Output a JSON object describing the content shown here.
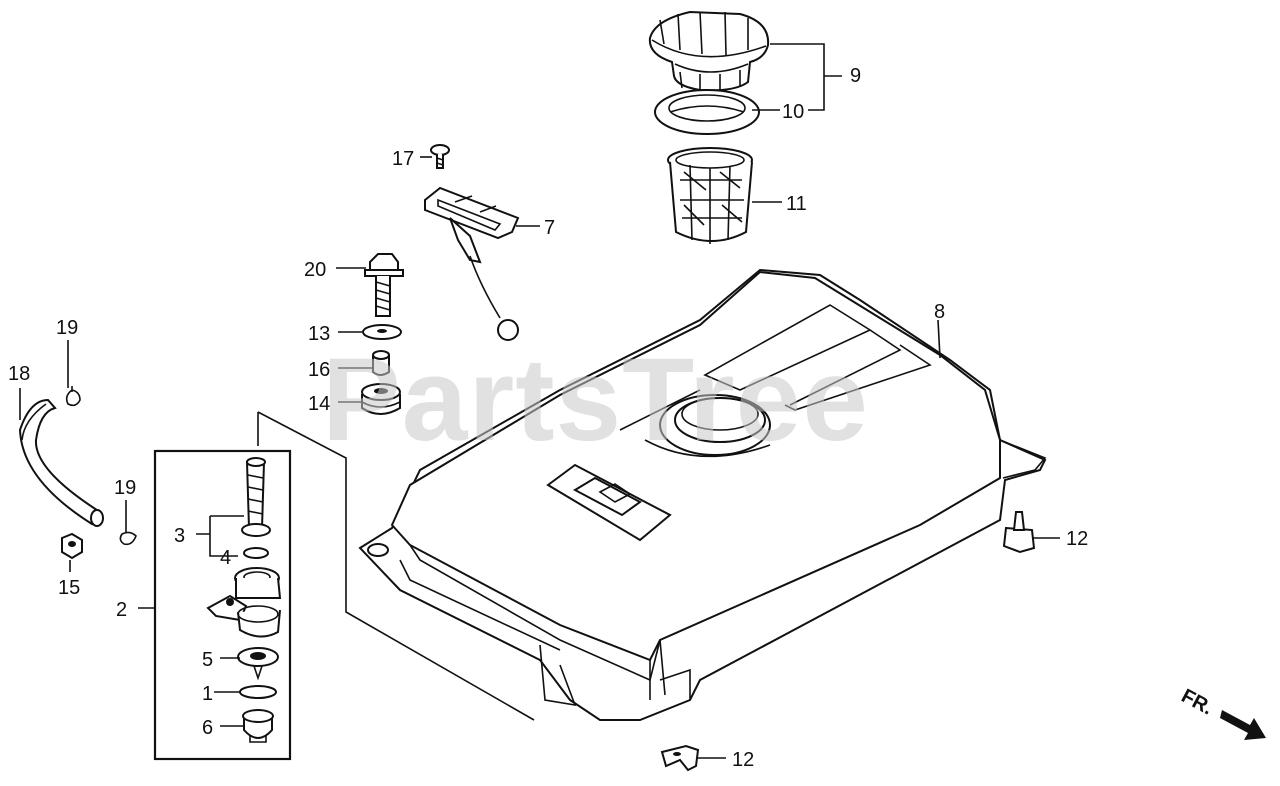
{
  "watermark": "PartsTree",
  "labels": {
    "p1": "1",
    "p2": "2",
    "p3": "3",
    "p4": "4",
    "p5": "5",
    "p6": "6",
    "p7": "7",
    "p8": "8",
    "p9": "9",
    "p10": "10",
    "p11": "11",
    "p12a": "12",
    "p12b": "12",
    "p13": "13",
    "p14": "14",
    "p15": "15",
    "p16": "16",
    "p17": "17",
    "p18": "18",
    "p19a": "19",
    "p19b": "19",
    "p20": "20"
  },
  "direction": {
    "text": "FR."
  },
  "colors": {
    "ink": "#111111",
    "watermark": "#c8c8c8"
  }
}
